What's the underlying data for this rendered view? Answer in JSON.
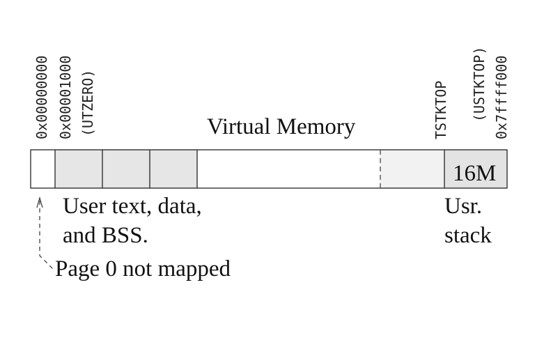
{
  "title": "Virtual Memory",
  "address_labels": {
    "addr_zero": "0x00000000",
    "addr_utzero": "0x00001000",
    "utzero": "(UTZERO)",
    "tstktop": "TSTKTOP",
    "ustktop": "(USTKTOP)",
    "addr_top": "0x7ffff000"
  },
  "segments": {
    "stack_size": "16M"
  },
  "annotations": {
    "user_text_line1": "User text, data,",
    "user_text_line2": "and BSS.",
    "usr_stack_line1": "Usr.",
    "usr_stack_line2": "stack",
    "page0": "Page 0 not mapped"
  },
  "colors": {
    "outline": "#222222",
    "user_segment_fill": "#e6e6e6",
    "tstack_fill": "#f2f2f2",
    "ustack_fill": "#e3e3e3",
    "unmapped_fill": "#ffffff"
  }
}
